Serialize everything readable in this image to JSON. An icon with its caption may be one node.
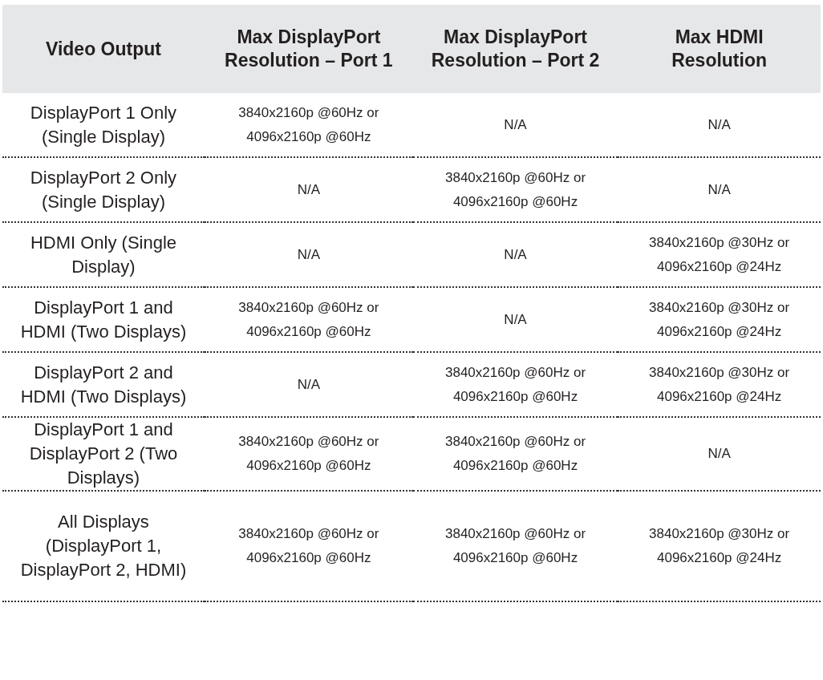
{
  "diagram": {
    "labels": [
      "Video Output",
      "Max DisplayPort Resolution – Port 1",
      "Max DisplayPort Resolution – Port 2",
      "Max HDMI Resolution",
      "DisplayPort 1 Only (Single Display)",
      "3840x2160p @60Hz or 4096x2160p @60Hz",
      "N/A",
      "N/A",
      "DisplayPort 2 Only (Single Display)",
      "N/A",
      "3840x2160p @60Hz or 4096x2160p @60Hz",
      "N/A",
      "HDMI Only (Single Display)",
      "N/A",
      "N/A",
      "3840x2160p @30Hz or 4096x2160p @24Hz",
      "DisplayPort 1 and HDMI (Two Displays)",
      "3840x2160p @60Hz or 4096x2160p @60Hz",
      "N/A",
      "3840x2160p @30Hz or 4096x2160p @24Hz",
      "DisplayPort 2 and HDMI (Two Displays)",
      "N/A",
      "3840x2160p @60Hz or 4096x2160p @60Hz",
      "3840x2160p @30Hz or 4096x2160p @24Hz",
      "DisplayPort 1 and DisplayPort 2 (Two Displays)",
      "3840x2160p @60Hz or 4096x2160p @60Hz",
      "3840x2160p @60Hz or 4096x2160p @60Hz",
      "N/A",
      "All Displays (DisplayPort 1, DisplayPort 2, HDMI)",
      "3840x2160p @60Hz or 4096x2160p @60Hz",
      "3840x2160p @60Hz or 4096x2160p @60Hz",
      "3840x2160p @30Hz or 4096x2160p @24Hz"
    ]
  }
}
